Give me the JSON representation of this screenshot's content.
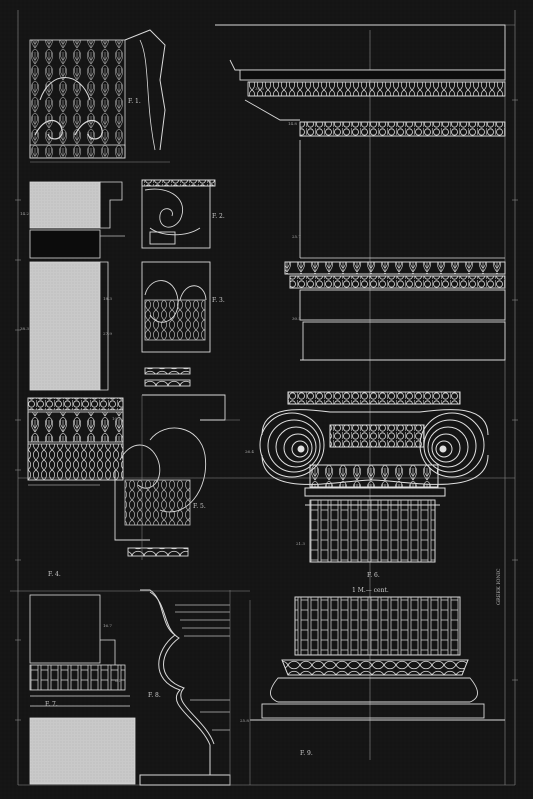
{
  "plate": {
    "scale_caption": "1 M.— cent.",
    "side_title": "GREEK IONIC",
    "figure_labels": {
      "fig1": "F. 1.",
      "fig2": "F. 2.",
      "fig3": "F. 3.",
      "fig4": "F. 4.",
      "fig5": "F. 5.",
      "fig6": "F. 6.",
      "fig7": "F. 7.",
      "fig8": "F. 8.",
      "fig9": "F. 9."
    },
    "dimension_marks": [
      "35.5",
      "14.8",
      "25.7",
      "30.5",
      "14.2",
      "38.3",
      "27.9",
      "18.3",
      "26.4",
      "21.3",
      "10.4",
      "16.7",
      "25.8",
      "8.5"
    ]
  },
  "colors": {
    "background": "#141414",
    "line": "#d9d9d9",
    "fill_light": "#c8c8c8",
    "fill_dark": "#0c0c0c"
  }
}
